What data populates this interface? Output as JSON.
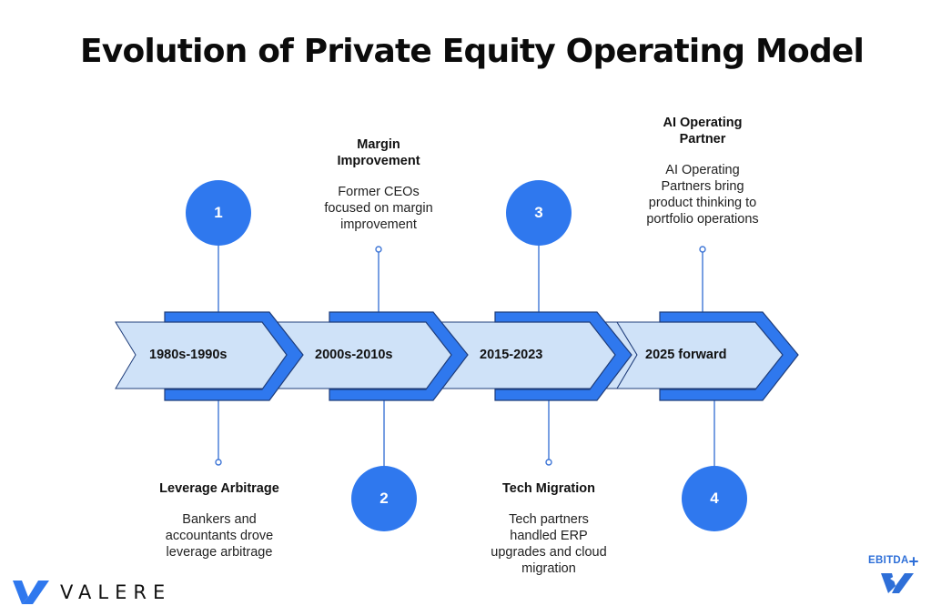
{
  "title": "Evolution of Private Equity Operating Model",
  "colors": {
    "accent": "#2f78ee",
    "accent_dark": "#1f3d7a",
    "band_light": "#cfe2f8",
    "stem": "#3f76d6"
  },
  "stages": [
    {
      "number": "1",
      "era": "1980s-1990s",
      "heading": "Leverage Arbitrage",
      "description": "Bankers and accountants drove leverage arbitrage"
    },
    {
      "number": "2",
      "era": "2000s-2010s",
      "heading": "Margin Improvement",
      "description": "Former CEOs focused on margin improvement"
    },
    {
      "number": "3",
      "era": "2015-2023",
      "heading": "Tech Migration",
      "description": "Tech partners handled ERP upgrades and cloud migration"
    },
    {
      "number": "4",
      "era": "2025 forward",
      "heading": "AI Operating Partner",
      "description": "AI Operating Partners bring product thinking to portfolio operations"
    }
  ],
  "logos": {
    "valere": "VALERE",
    "ebitda": "EBITDA"
  }
}
